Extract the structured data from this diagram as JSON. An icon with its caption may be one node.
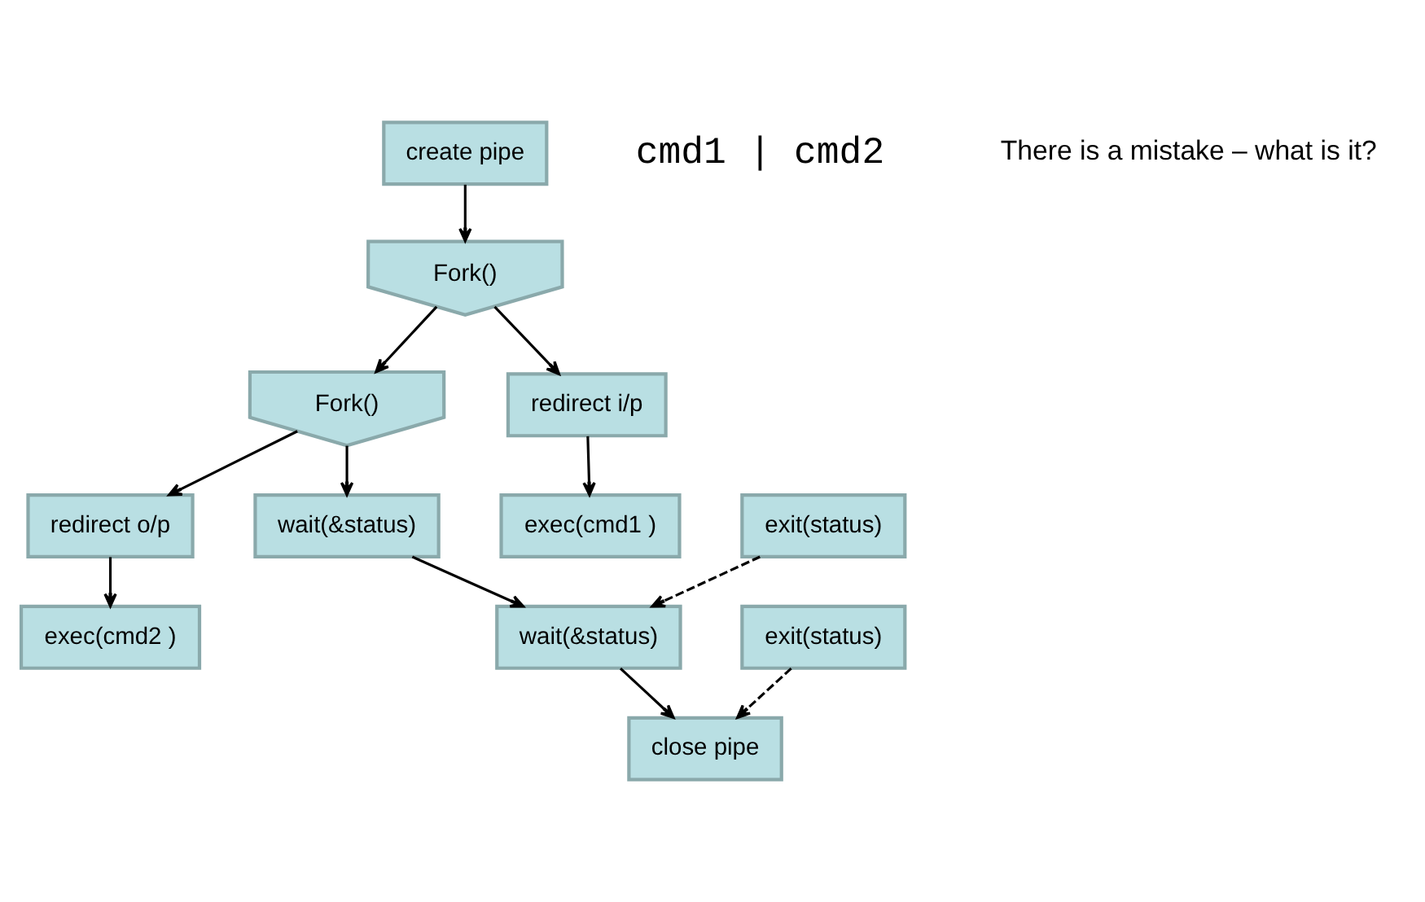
{
  "diagram": {
    "nodes": [
      {
        "text": [
          "create pipe"
        ]
      },
      {
        "text": [
          "Fork()"
        ]
      },
      {
        "text": [
          "Fork()"
        ]
      },
      {
        "text": [
          "redirect o/p"
        ]
      },
      {
        "text": [
          "exec(cmd2 )"
        ]
      },
      {
        "text": [
          "exit(status)"
        ]
      },
      {
        "text": [
          "redirect i/p"
        ]
      },
      {
        "text": [
          "exec(cmd1 )"
        ]
      },
      {
        "text": [
          "exit(status)"
        ]
      },
      {
        "text": [
          "wait(&status)"
        ]
      },
      {
        "text": [
          "wait(&status)"
        ]
      },
      {
        "text": [
          "close pipe"
        ]
      }
    ],
    "edges": [
      {
        "from": 0,
        "to": 1,
        "arrow": "to"
      },
      {
        "from": 1,
        "to": 2,
        "arrow": "to"
      },
      {
        "from": 1,
        "to": 6,
        "arrow": "to"
      },
      {
        "from": 2,
        "to": 9,
        "arrow": "to"
      },
      {
        "from": 2,
        "to": 3,
        "arrow": "to"
      },
      {
        "from": 3,
        "to": 4,
        "arrow": "to"
      },
      {
        "from": 6,
        "to": 7,
        "arrow": "to"
      },
      {
        "from": 9,
        "to": 10,
        "arrow": "to"
      },
      {
        "from": 5,
        "to": 10,
        "arrow": "to",
        "style": "dashed"
      },
      {
        "from": 10,
        "to": 11,
        "arrow": "to"
      },
      {
        "from": 8,
        "to": 11,
        "arrow": "to",
        "style": "dashed"
      }
    ],
    "labels": [
      "cmd1 | cmd2",
      "There is a mistake – what is it?"
    ]
  }
}
